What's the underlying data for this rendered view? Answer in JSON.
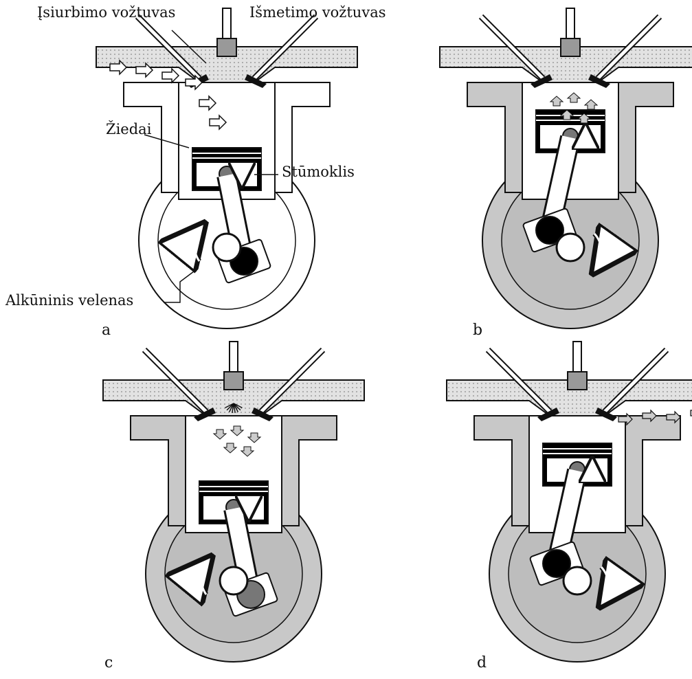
{
  "labels": {
    "intake_valve": "Įsiurbimo vožtuvas",
    "exhaust_valve": "Išmetimo vožtuvas",
    "rings": "Žiedai",
    "piston": "Stūmoklis",
    "crankshaft": "Alkūninis velenas"
  },
  "panels": [
    {
      "letter": "a",
      "stroke": "intake",
      "piston_direction": "down",
      "crank_rotation": "counterclockwise"
    },
    {
      "letter": "b",
      "stroke": "compression",
      "piston_direction": "up",
      "crank_rotation": "clockwise"
    },
    {
      "letter": "c",
      "stroke": "power",
      "piston_direction": "down",
      "crank_rotation": "counterclockwise"
    },
    {
      "letter": "d",
      "stroke": "exhaust",
      "piston_direction": "up",
      "crank_rotation": "clockwise"
    }
  ],
  "colors": {
    "outline": "#111111",
    "panel_a_fill": "#ffffff",
    "head_dotted": "#dcdcdc",
    "body_gray": "#c8c8c8",
    "crank_gray": "#bdbdbd",
    "piston_dark": "#000000",
    "combustion_dot": "#777777"
  }
}
